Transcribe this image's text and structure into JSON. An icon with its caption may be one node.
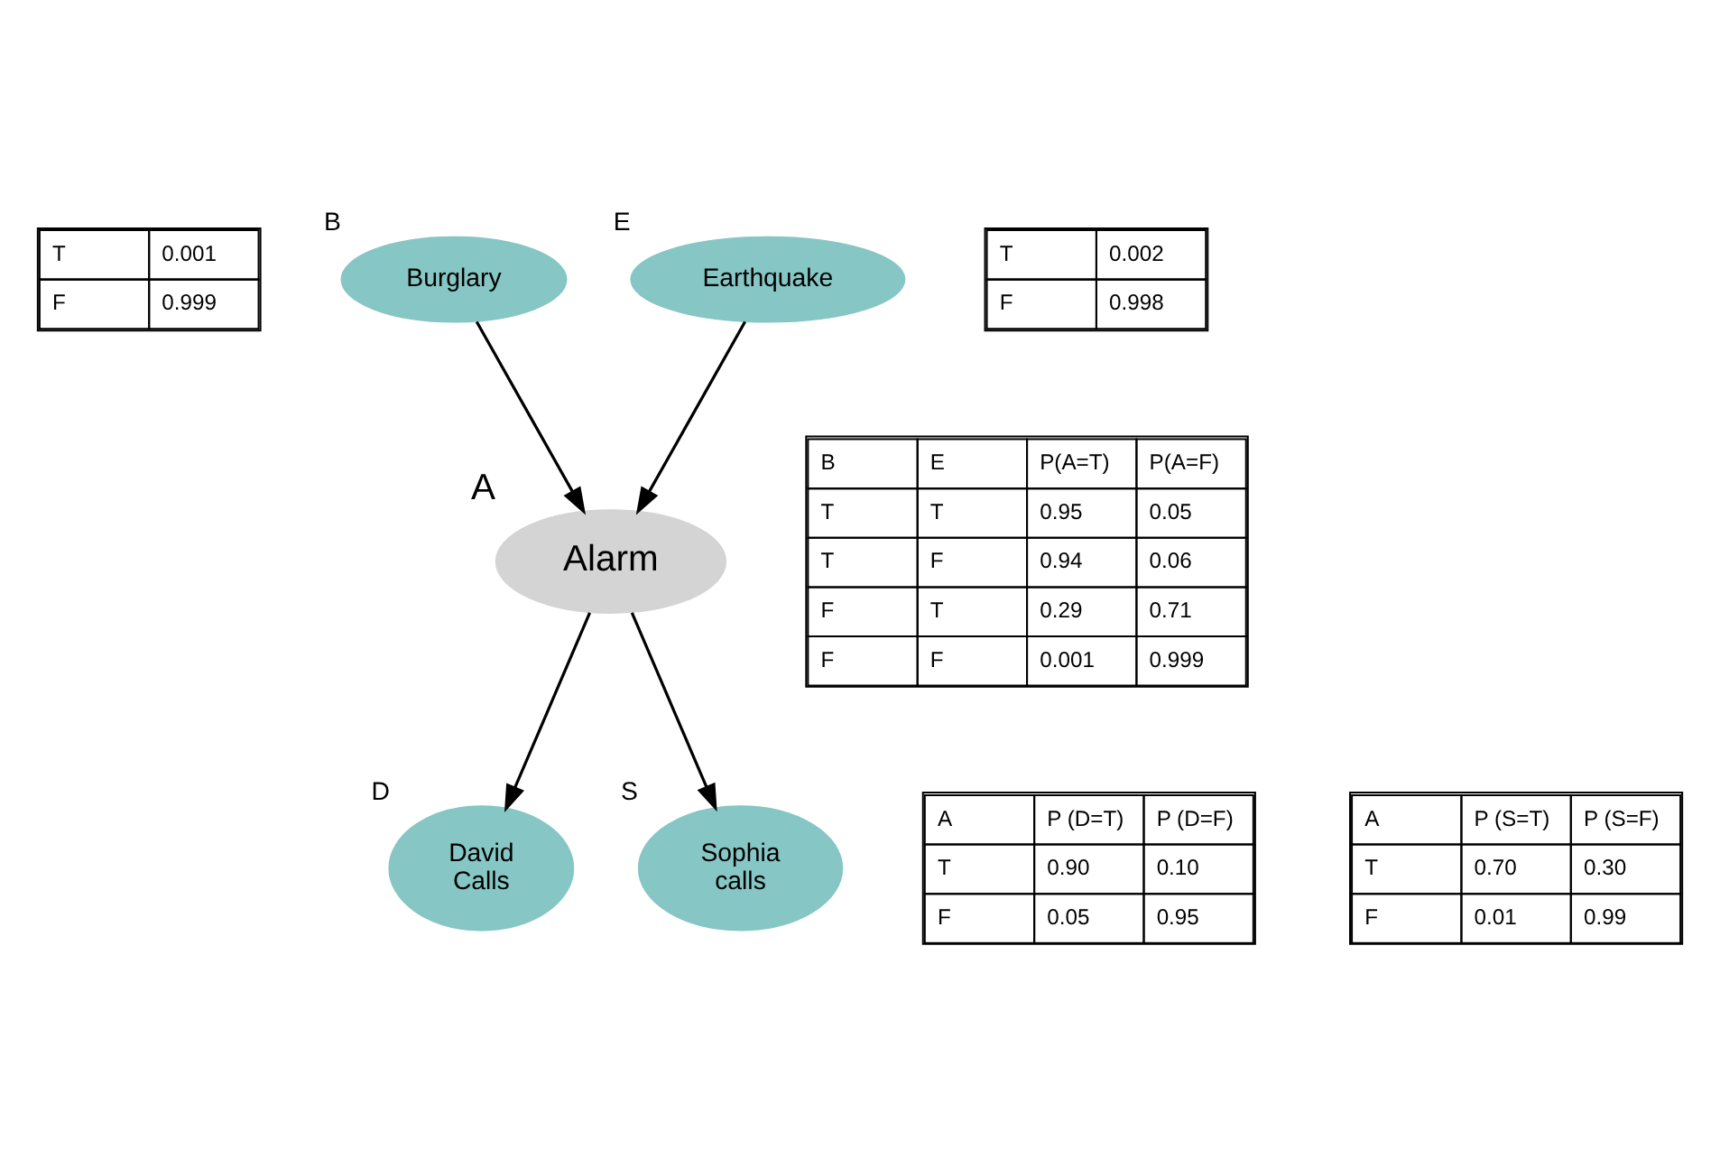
{
  "diagram": {
    "nodes": [
      {
        "text": [
          "T",
          "0.001",
          "F",
          "0.999"
        ]
      },
      {
        "text": [
          "Burglary"
        ],
        "beside": [
          "B"
        ]
      },
      {
        "text": [
          "Earthquake"
        ],
        "beside": [
          "E"
        ]
      },
      {
        "text": [
          "T",
          "0.002",
          "F",
          "0.998"
        ]
      },
      {
        "text": [
          "Alarm"
        ],
        "beside": [
          "A"
        ]
      },
      {
        "text": [
          "B",
          "E",
          "P(A=T)",
          "P(A=F)",
          "T",
          "T",
          "0.95",
          "0.05",
          "T",
          "F",
          "0.94",
          "0.06",
          "F",
          "T",
          "0.29",
          "0.71",
          "F",
          "F",
          "0.001",
          "0.999"
        ]
      },
      {
        "text": [
          "A",
          "P (D=T)",
          "P (D=F)",
          "T",
          "0.90",
          "0.10",
          "F",
          "0.05",
          "0.95"
        ]
      },
      {
        "text": [
          "David Calls"
        ],
        "beside": [
          "D"
        ]
      },
      {
        "text": [
          "Sophia calls"
        ],
        "beside": [
          "S"
        ]
      },
      {
        "text": [
          "A",
          "P (S=T)",
          "P (S=F)",
          "T",
          "0.70",
          "0.30",
          "F",
          "0.01",
          "0.99"
        ]
      }
    ],
    "edges": [
      {
        "from": 1,
        "to": 4,
        "arrow": "to"
      },
      {
        "from": 2,
        "to": 4,
        "arrow": "to"
      },
      {
        "from": 4,
        "to": 7,
        "arrow": "to"
      },
      {
        "from": 4,
        "to": 8,
        "arrow": "to"
      }
    ]
  }
}
